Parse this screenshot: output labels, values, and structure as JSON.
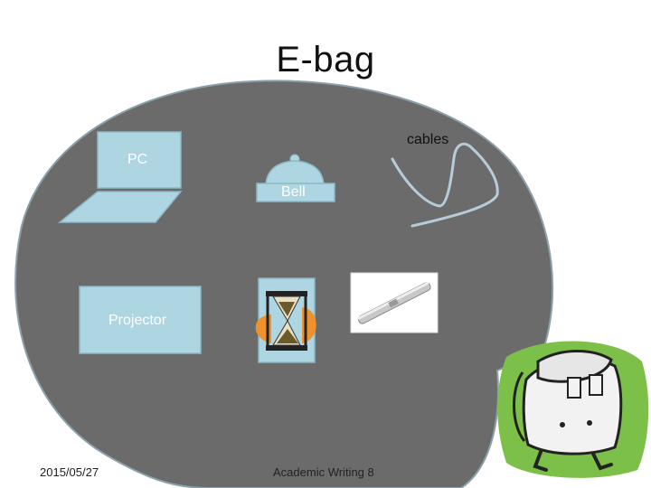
{
  "slide": {
    "title": "E-bag",
    "items": {
      "pc": "PC",
      "bell": "Bell",
      "cables": "cables",
      "projector": "Projector"
    },
    "footer": {
      "date": "2015/05/27",
      "center": "Academic Writing 8"
    },
    "colors": {
      "bubble": "#6b6b6b",
      "bubble_stroke": "#7fa0b0",
      "light_blue": "#add6e2",
      "orange": "#f0922c",
      "backpack_green": "#7cc04a"
    },
    "icons": [
      "laptop-icon",
      "bell-icon",
      "cable-icon",
      "hourglass-icon",
      "laser-pointer-icon",
      "backpack-icon"
    ]
  }
}
